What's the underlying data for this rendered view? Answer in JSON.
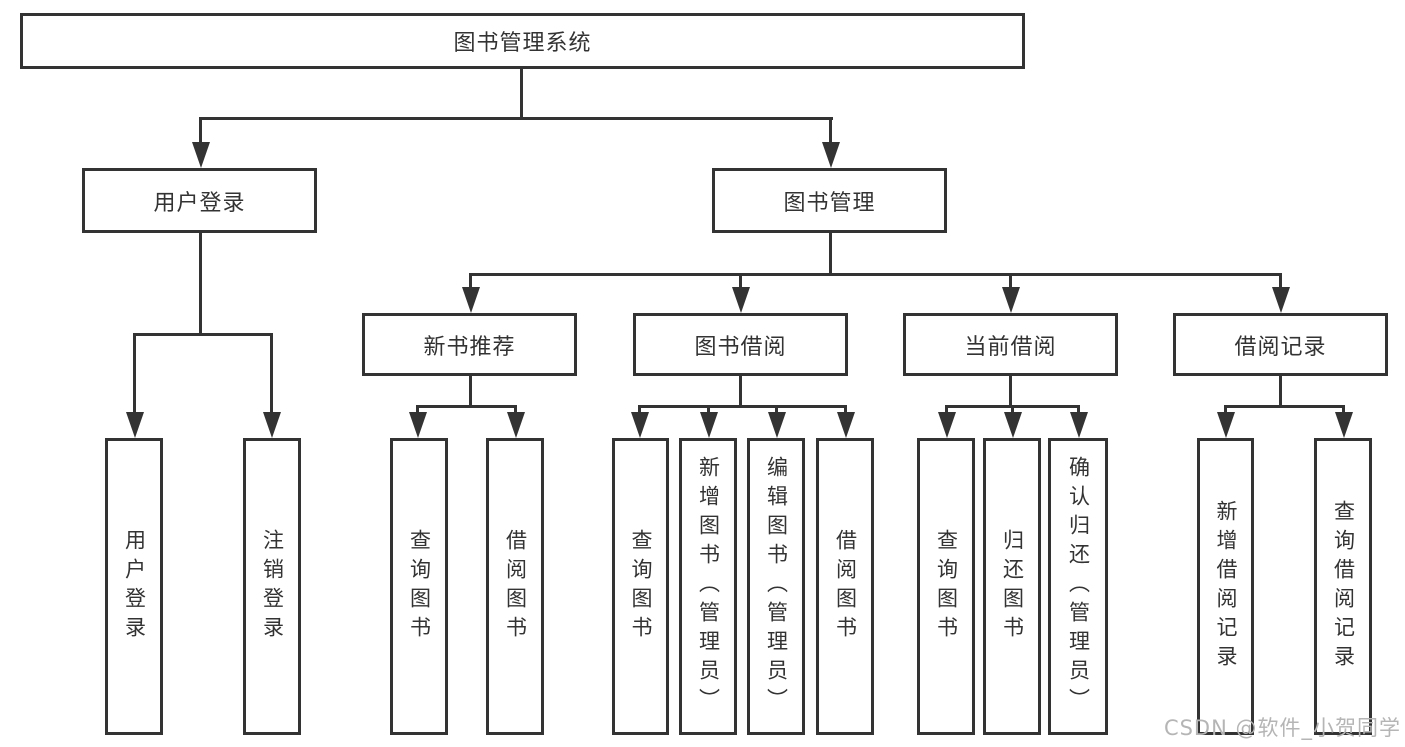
{
  "colors": {
    "line": "#333333",
    "text": "#333333",
    "background": "#ffffff",
    "watermark": "#b5b5b5"
  },
  "watermark": {
    "text": "CSDN @软件_小贺同学"
  },
  "nodes": {
    "root": {
      "label": "图书管理系统"
    },
    "user_login": {
      "label": "用户登录"
    },
    "book_mgmt": {
      "label": "图书管理"
    },
    "new_book_rec": {
      "label": "新书推荐"
    },
    "book_borrow": {
      "label": "图书借阅"
    },
    "current_borrow": {
      "label": "当前借阅"
    },
    "borrow_record": {
      "label": "借阅记录"
    },
    "leaf_user_login": {
      "label": "用户登录"
    },
    "leaf_logout": {
      "label": "注销登录"
    },
    "leaf_query_book_1": {
      "label": "查询图书"
    },
    "leaf_borrow_book_1": {
      "label": "借阅图书"
    },
    "leaf_query_book_2": {
      "label": "查询图书"
    },
    "leaf_add_book": {
      "label": "新增图书（管理员）"
    },
    "leaf_edit_book": {
      "label": "编辑图书（管理员）"
    },
    "leaf_borrow_book_2": {
      "label": "借阅图书"
    },
    "leaf_query_book_3": {
      "label": "查询图书"
    },
    "leaf_return_book": {
      "label": "归还图书"
    },
    "leaf_confirm_return": {
      "label": "确认归还（管理员）"
    },
    "leaf_add_record": {
      "label": "新增借阅记录"
    },
    "leaf_query_record": {
      "label": "查询借阅记录"
    }
  }
}
